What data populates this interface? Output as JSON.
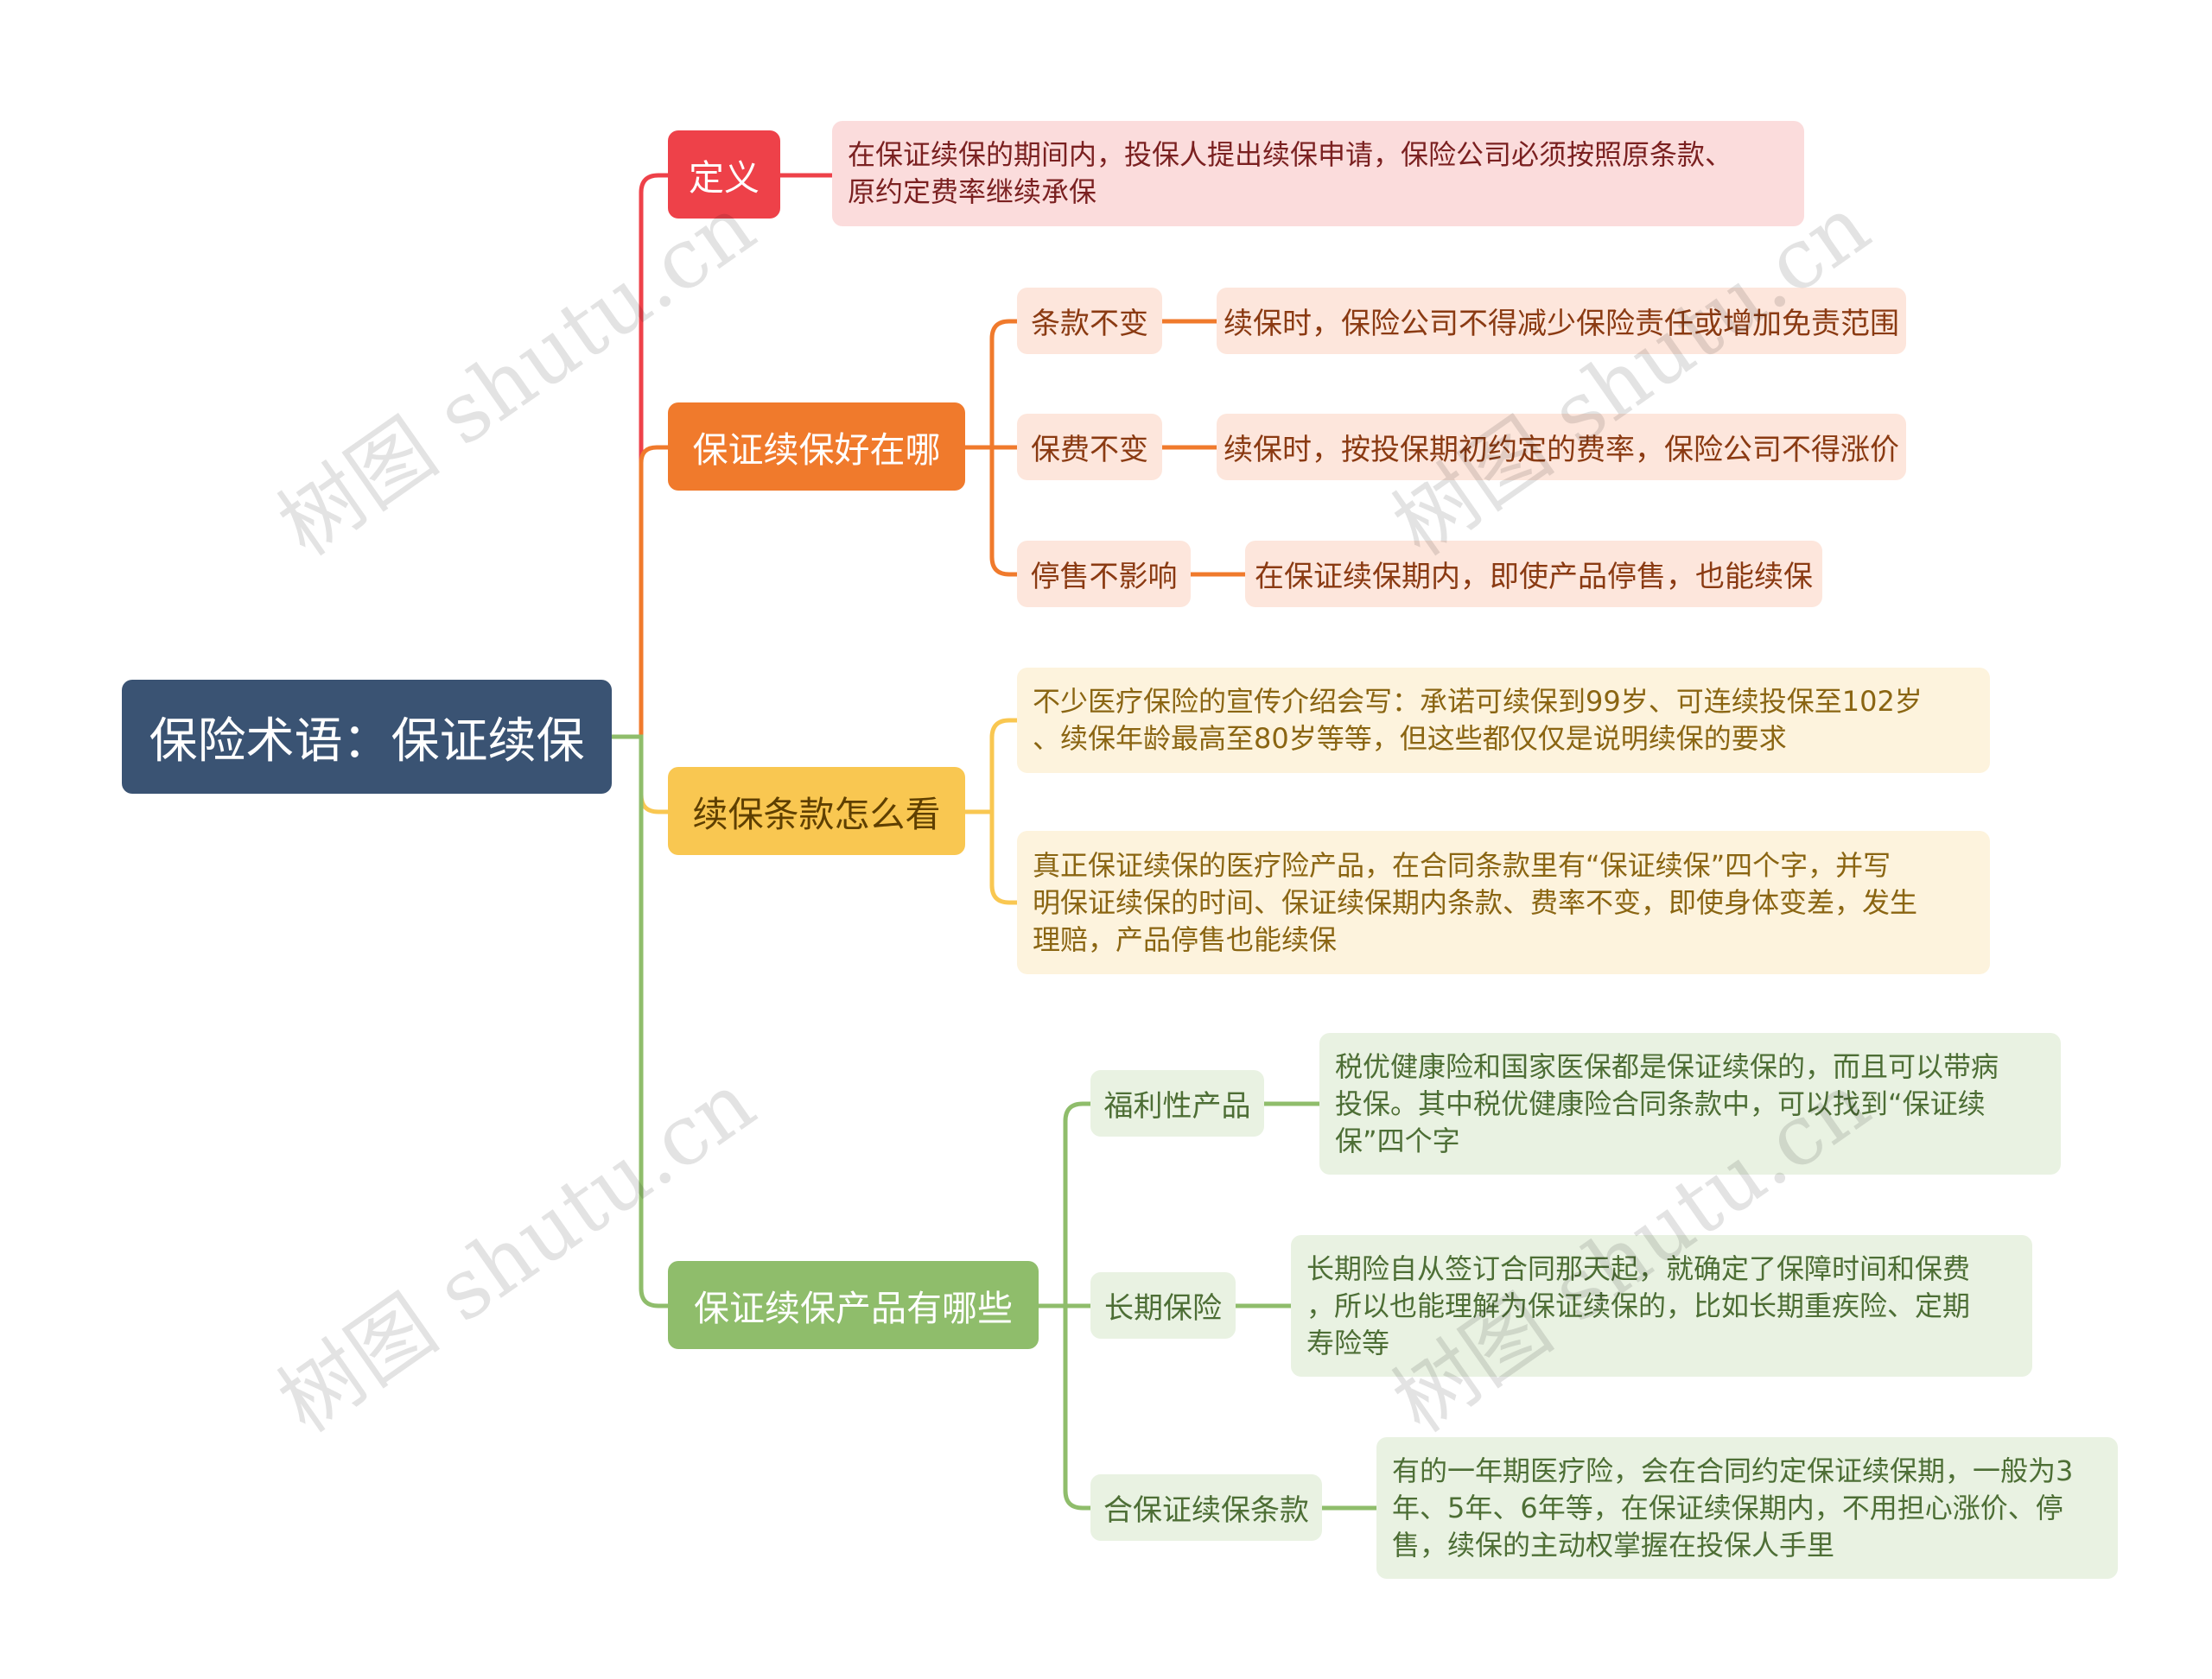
{
  "root": "保险术语：保证续保",
  "watermark": "树图 shutu.cn",
  "colors": {
    "root": "#3a5373",
    "red": "#ee4149",
    "orange": "#f07a2c",
    "yellow": "#f9c751",
    "green": "#8fbd6b"
  },
  "branches": {
    "definition": {
      "label": "定义",
      "detail": "在保证续保的期间内，投保人提出续保申请，保险公司必须按照原条款、\n原约定费率继续承保"
    },
    "benefits": {
      "label": "保证续保好在哪",
      "items": [
        {
          "label": "条款不变",
          "detail": "续保时，保险公司不得减少保险责任或增加免责范围"
        },
        {
          "label": "保费不变",
          "detail": "续保时，按投保期初约定的费率，保险公司不得涨价"
        },
        {
          "label": "停售不影响",
          "detail": "在保证续保期内，即使产品停售，也能续保"
        }
      ]
    },
    "how_to_read": {
      "label": "续保条款怎么看",
      "items": [
        "不少医疗保险的宣传介绍会写：承诺可续保到99岁、可连续投保至102岁\n、续保年龄最高至80岁等等，但这些都仅仅是说明续保的要求",
        "真正保证续保的医疗险产品，在合同条款里有“保证续保”四个字，并写\n明保证续保的时间、保证续保期内条款、费率不变，即使身体变差，发生\n理赔，产品停售也能续保"
      ]
    },
    "products": {
      "label": "保证续保产品有哪些",
      "items": [
        {
          "label": "福利性产品",
          "detail": "税优健康险和国家医保都是保证续保的，而且可以带病\n投保。其中税优健康险合同条款中，可以找到“保证续\n保”四个字"
        },
        {
          "label": "长期保险",
          "detail": "长期险自从签订合同那天起，就确定了保障时间和保费\n，所以也能理解为保证续保的，比如长期重疾险、定期\n寿险等"
        },
        {
          "label": "合保证续保条款",
          "detail": "有的一年期医疗险，会在合同约定保证续保期，一般为3\n年、5年、6年等，在保证续保期内，不用担心涨价、停\n售，续保的主动权掌握在投保人手里"
        }
      ]
    }
  }
}
